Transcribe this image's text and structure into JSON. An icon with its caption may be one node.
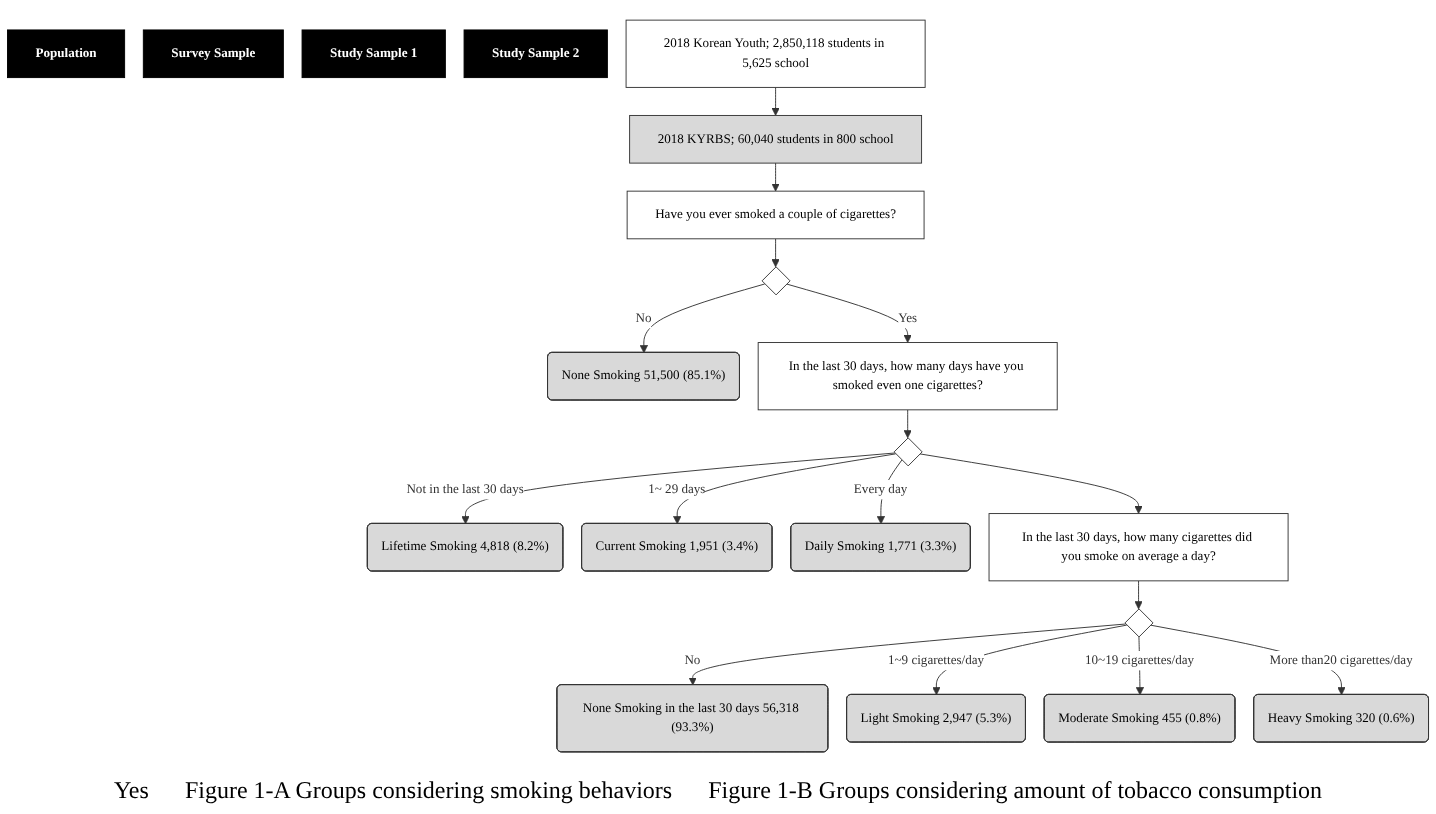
{
  "diagram": {
    "nodes": [
      {
        "text": [
          "Population"
        ]
      },
      {
        "text": [
          "Survey Sample"
        ]
      },
      {
        "text": [
          "Study Sample 1"
        ]
      },
      {
        "text": [
          "Study Sample 2"
        ]
      },
      {
        "text": [
          "2018 Korean Youth; 2,850,118 students in 5,625 school"
        ]
      },
      {
        "text": [
          "2018 KYRBS; 60,040 students in 800 school"
        ]
      },
      {
        "text": [
          "Have you ever smoked a couple of cigarettes?"
        ]
      },
      {
        "text": [
          "None Smoking 51,500 (85.1%)"
        ]
      },
      {
        "text": [],
        "shape": "diamond"
      },
      {
        "text": [
          "In the last 30 days, how many days have you smoked even one cigarettes?"
        ]
      },
      {
        "text": [
          "Lifetime Smoking 4,818 (8.2%)"
        ]
      },
      {
        "text": [],
        "shape": "diamond"
      },
      {
        "text": [
          "Current Smoking 1,951 (3.4%)"
        ]
      },
      {
        "text": [
          "Daily Smoking 1,771 (3.3%)"
        ]
      },
      {
        "text": [
          "In the last 30 days, how many cigarettes did you smoke on average a day?"
        ]
      },
      {
        "text": [
          "None Smoking in the last 30 days 56,318 (93.3%)"
        ]
      },
      {
        "text": [],
        "shape": "diamond"
      },
      {
        "text": [
          "Light Smoking 2,947 (5.3%)"
        ]
      },
      {
        "text": [
          "Moderate Smoking 455 (0.8%)"
        ]
      },
      {
        "text": [
          "Heavy Smoking 320 (0.6%)"
        ]
      }
    ],
    "edges": [
      {
        "from": 4,
        "to": 5,
        "arrow": "to"
      },
      {
        "from": 5,
        "to": 6,
        "arrow": "to"
      },
      {
        "from": 6,
        "to": 8,
        "arrow": "to"
      },
      {
        "from": 8,
        "to": 7,
        "arrow": "to",
        "label": "No"
      },
      {
        "from": 8,
        "to": 9,
        "arrow": "to",
        "label": "Yes"
      },
      {
        "from": 9,
        "to": 11,
        "arrow": "to"
      },
      {
        "from": 11,
        "to": 10,
        "arrow": "to",
        "label": "Not in the last 30 days"
      },
      {
        "from": 11,
        "to": 12,
        "arrow": "to",
        "label": "1~ 29 days"
      },
      {
        "from": 11,
        "to": 13,
        "arrow": "to",
        "label": "Every day"
      },
      {
        "from": 11,
        "to": 14,
        "arrow": "to"
      },
      {
        "from": 14,
        "to": 16,
        "arrow": "to"
      },
      {
        "from": 16,
        "to": 15,
        "arrow": "to",
        "label": "No"
      },
      {
        "from": 16,
        "to": 17,
        "arrow": "to",
        "label": "1~9 cigarettes/day"
      },
      {
        "from": 16,
        "to": 18,
        "arrow": "to",
        "label": "10~19 cigarettes/day"
      },
      {
        "from": 16,
        "to": 19,
        "arrow": "to",
        "label": "More than20 cigarettes/day"
      }
    ],
    "labels": [
      "Yes",
      "Figure 1-A Groups considering smoking behaviors",
      "Figure 1-B Groups considering amount of tobacco consumption"
    ]
  }
}
